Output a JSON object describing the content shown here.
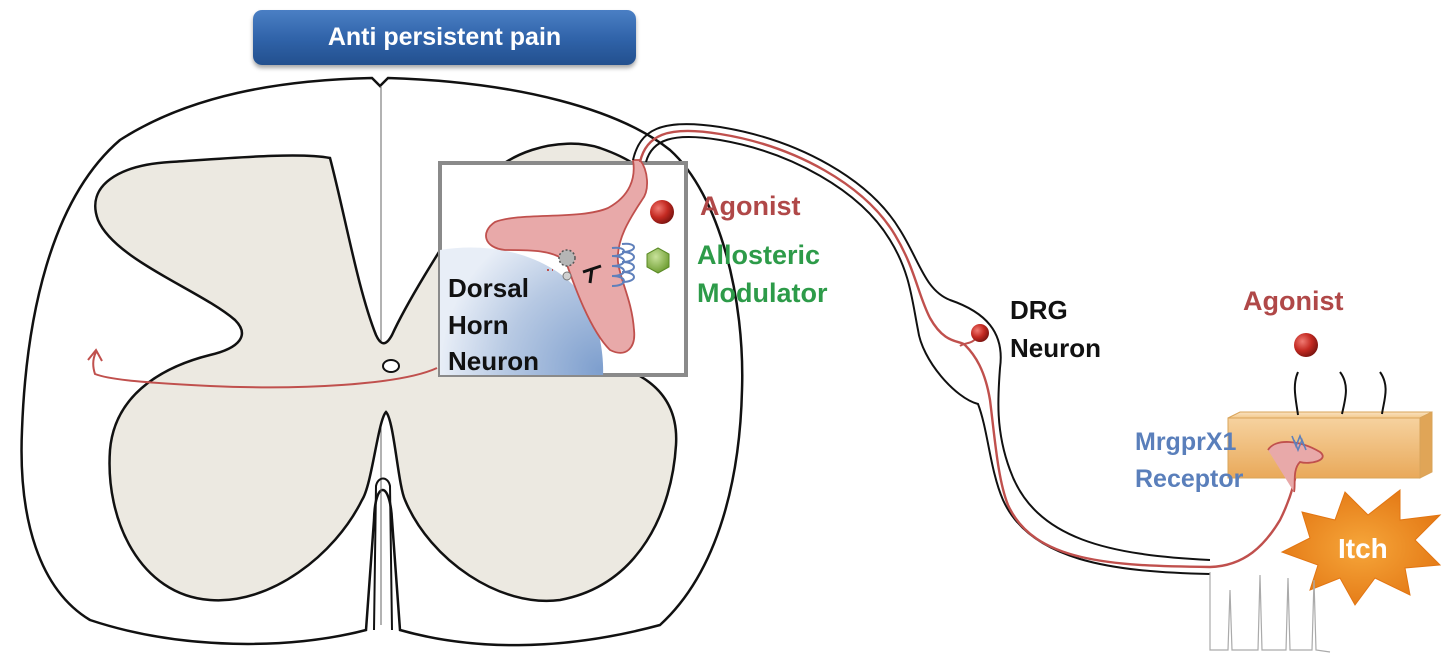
{
  "title": "Anti persistent pain",
  "labels": {
    "agonist_box": "Agonist",
    "allosteric_line1": "Allosteric",
    "allosteric_line2": "Modulator",
    "dorsal_line1": "Dorsal",
    "dorsal_line2": "Horn",
    "dorsal_line3": "Neuron",
    "drg_line1": "DRG",
    "drg_line2": "Neuron",
    "agonist_skin": "Agonist",
    "receptor_line1": "MrgprX1",
    "receptor_line2": "Receptor",
    "itch": "Itch"
  },
  "colors": {
    "banner": "#2f62a8",
    "agonist_text": "#b04848",
    "modulator_text": "#2d9b49",
    "receptor_text": "#5a7fbb",
    "gray_matter": "#ece9e1",
    "neuron_fill": "#e8a9a9",
    "nerve_red": "#c0504d",
    "burst_orange": "#f08a1e"
  }
}
